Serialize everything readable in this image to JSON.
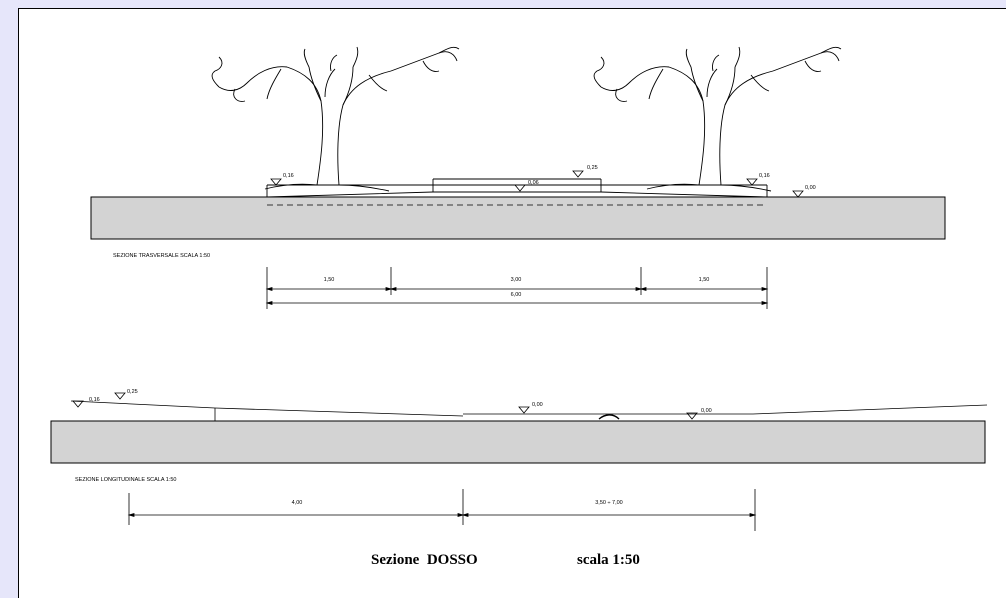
{
  "transverse": {
    "caption": "SEZIONE TRASVERSALE SCALA 1:50",
    "levels": {
      "left": "0,16",
      "center": "0,06",
      "top": "0,25",
      "right": "0,16",
      "ground": "0,00"
    },
    "dims": {
      "seg1": "1,50",
      "seg2": "3,00",
      "seg3": "1,50",
      "total": "6,00"
    }
  },
  "longitudinal": {
    "caption": "SEZIONE LONGITUDINALE SCALA 1:50",
    "levels": {
      "a": "0,16",
      "b": "0,25",
      "c": "0,00",
      "d": "0,00"
    },
    "dims": {
      "seg1": "4,00",
      "seg2": "3,50 ÷ 7,00"
    }
  },
  "title": {
    "name": "Sezione  DOSSO",
    "scale": "scala 1:50"
  }
}
